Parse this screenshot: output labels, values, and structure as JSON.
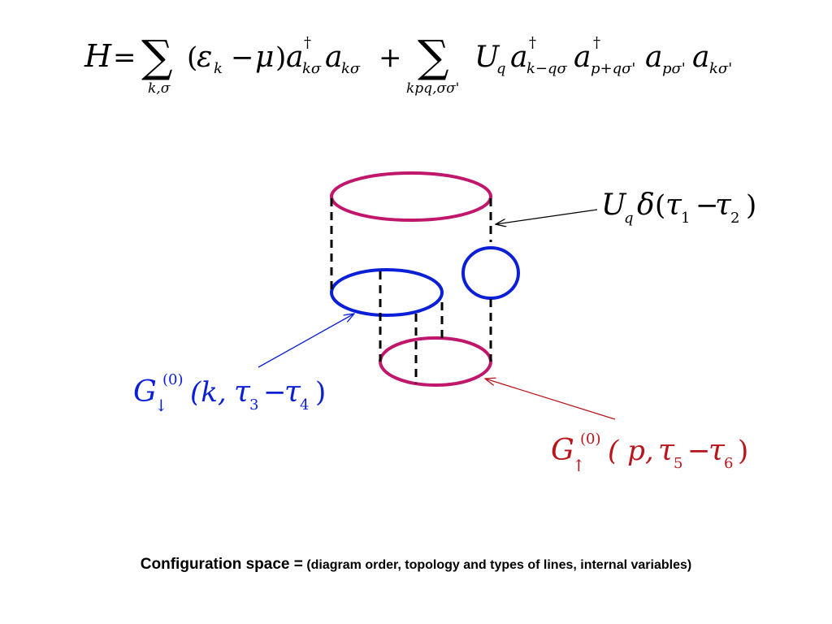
{
  "colors": {
    "magenta": "#c0166b",
    "blue": "#0a1fd6",
    "dark_red": "#b8161c",
    "black": "#000000"
  },
  "hamiltonian": {
    "lhs": "H",
    "equals": "=",
    "sum_symbol": "∑",
    "sum1_sub": "k,σ",
    "open_paren": "(",
    "epsilon": "ε",
    "eps_sub": "k",
    "minus": "−",
    "mu": "μ",
    "close_paren": ")",
    "a": "a",
    "dagger": "†",
    "ks": "kσ",
    "plus": "+",
    "sum2_sub": "kpq,σσ'",
    "U": "U",
    "q": "q",
    "sub_kq": "k−qσ",
    "sub_pq": "p+qσ'",
    "sub_ps": "pσ'",
    "sub_ks2": "kσ'"
  },
  "interaction_label": {
    "U": "U",
    "q": "q",
    "delta": "δ",
    "open": "(",
    "tau": "τ",
    "i1": "1",
    "minus": "−",
    "i2": "2",
    "close": ")"
  },
  "spin_down_label": {
    "G": "G",
    "arrow": "↓",
    "order": "(0)",
    "args_open": "(k,",
    "tau": "τ",
    "i3": "3",
    "minus": "−",
    "i4": "4",
    "close": ")"
  },
  "spin_up_label": {
    "G": "G",
    "arrow": "↑",
    "order": "(0)",
    "args_open": "( p,",
    "tau": "τ",
    "i5": "5",
    "minus": "−",
    "i6": "6",
    "close": ")"
  },
  "caption": {
    "main": "Configuration space =",
    "sub": "(diagram order, topology and types of  lines, internal variables)"
  }
}
